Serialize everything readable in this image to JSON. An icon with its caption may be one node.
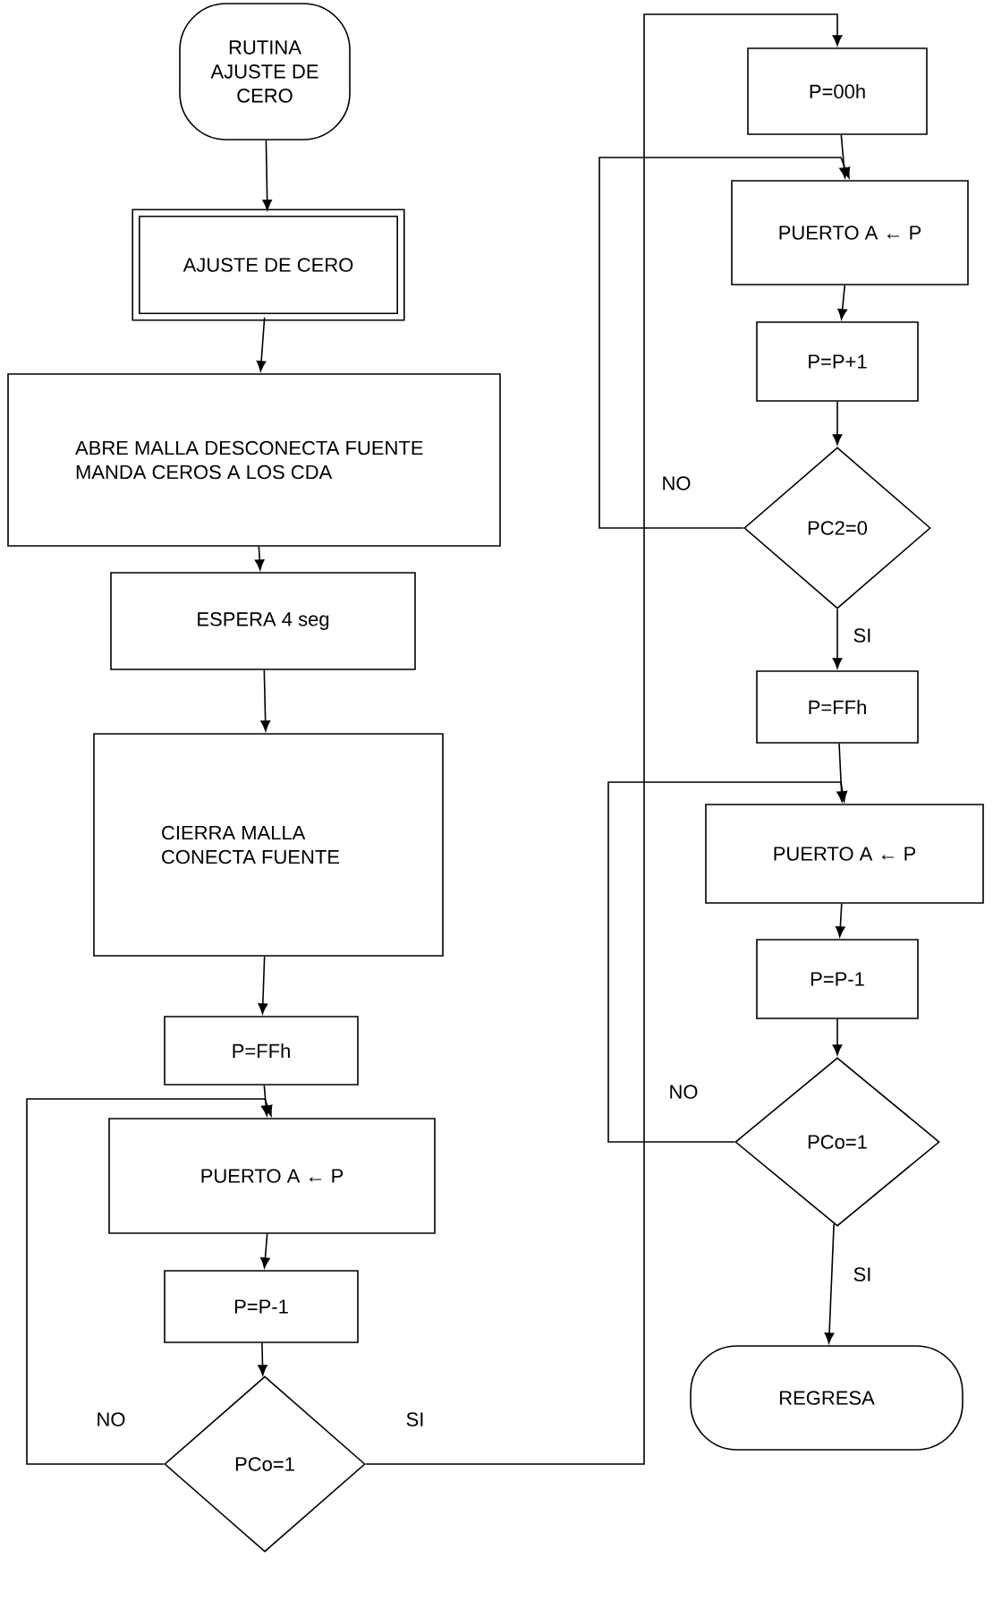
{
  "diagram": {
    "nodes": [
      {
        "text": [
          "RUTINA AJUSTE DE CERO"
        ]
      },
      {
        "text": [
          "AJUSTE DE CERO"
        ]
      },
      {
        "text": [
          "ABRE MALLA DESCONECTA FUENTE MANDA CEROS A LOS CDA"
        ]
      },
      {
        "text": [
          "ESPERA 4 seg"
        ]
      },
      {
        "text": [
          "CIERRA MALLA CONECTA FUENTE"
        ]
      },
      {
        "text": [
          "P=FFh"
        ]
      },
      {
        "text": [
          "PUERTO A ← P"
        ]
      },
      {
        "text": [
          "P=P-1"
        ]
      },
      {
        "text": [
          "PCo=1"
        ]
      },
      {
        "text": [
          "P=00h"
        ]
      },
      {
        "text": [
          "PUERTO A ← P"
        ]
      },
      {
        "text": [
          "P=P+1"
        ]
      },
      {
        "text": [
          "PC2=0"
        ]
      },
      {
        "text": [
          "P=FFh"
        ]
      },
      {
        "text": [
          "PUERTO A ← P"
        ]
      },
      {
        "text": [
          "P=P-1"
        ]
      },
      {
        "text": [
          "PCo=1"
        ]
      },
      {
        "text": [
          "REGRESA"
        ]
      }
    ],
    "edges": [
      {
        "from": 0,
        "to": 1,
        "arrow": "to"
      },
      {
        "from": 1,
        "to": 2,
        "arrow": "to"
      },
      {
        "from": 2,
        "to": 3,
        "arrow": "to"
      },
      {
        "from": 3,
        "to": 4,
        "arrow": "to"
      },
      {
        "from": 4,
        "to": 5,
        "arrow": "to"
      },
      {
        "from": 5,
        "to": 6,
        "arrow": "to"
      },
      {
        "from": 6,
        "to": 7,
        "arrow": "to"
      },
      {
        "from": 7,
        "to": 8,
        "arrow": "to"
      },
      {
        "from": 8,
        "to": 6,
        "arrow": "to",
        "label": "NO"
      },
      {
        "from": 8,
        "to": 9,
        "arrow": "to",
        "label": "SI"
      },
      {
        "from": 9,
        "to": 10,
        "arrow": "to"
      },
      {
        "from": 10,
        "to": 11,
        "arrow": "to"
      },
      {
        "from": 11,
        "to": 12,
        "arrow": "to"
      },
      {
        "from": 12,
        "to": 10,
        "arrow": "to",
        "label": "NO"
      },
      {
        "from": 12,
        "to": 13,
        "arrow": "to",
        "label": "SI"
      },
      {
        "from": 13,
        "to": 14,
        "arrow": "to"
      },
      {
        "from": 14,
        "to": 15,
        "arrow": "to"
      },
      {
        "from": 15,
        "to": 16,
        "arrow": "to"
      },
      {
        "from": 16,
        "to": 14,
        "arrow": "to",
        "label": "NO"
      },
      {
        "from": 16,
        "to": 17,
        "arrow": "to",
        "label": "SI"
      }
    ]
  }
}
